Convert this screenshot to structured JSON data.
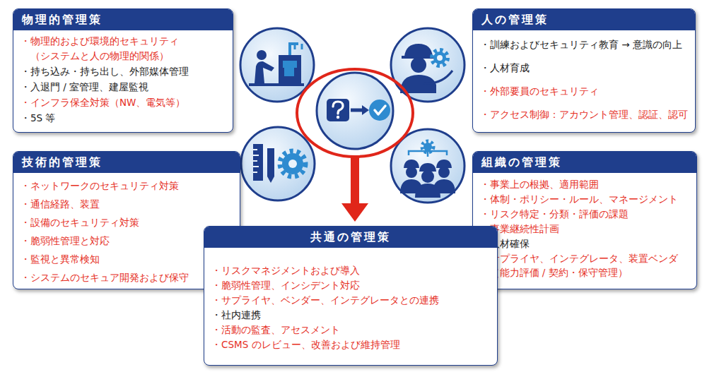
{
  "diagram": {
    "nodes": [
      {
        "text": [
          "物理的管理策",
          "・物理的および環境的セキュリティ （システムと人の物理的関係）",
          "・持ち込み・持ち出し、外部媒体管理",
          "・入退門 / 室管理、建屋監視",
          "・インフラ保全対策（NW、電気等）",
          "・5S 等"
        ]
      },
      {
        "text": [
          "人の管理策",
          "・訓練およびセキュリティ教育 → 意識の向上",
          "・人材育成",
          "・外部要員のセキュリティ",
          "・アクセス制御：アカウント管理、認証、認可"
        ]
      },
      {
        "text": [
          "技術的管理策",
          "・ネットワークのセキュリティ対策",
          "・通信経路、装置",
          "・設備のセキュリティ対策",
          "・脆弱性管理と対応",
          "・監視と異常検知",
          "・システムのセキュア開発および保守"
        ]
      },
      {
        "text": [
          "組織の管理策",
          "・事業上の根拠、適用範囲",
          "・体制・ポリシー・ルール、マネージメント",
          "・リスク特定・分類・評価の課題",
          "・事業継続性計画",
          "・人材確保",
          "・サプライヤ、インテグレータ、装置ベンダ （能力評価 / 契約・保守管理）"
        ]
      },
      {
        "text": [
          "共通の管理策",
          "・リスクマネジメントおよび導入",
          "・脆弱性管理、インシデント対応",
          "・サプライヤ、ベンダー、インテグレータとの連携",
          "・社内連携",
          "・活動の監査、アセスメント",
          "・CSMS のレビュー、改善および維持管理"
        ]
      }
    ]
  }
}
